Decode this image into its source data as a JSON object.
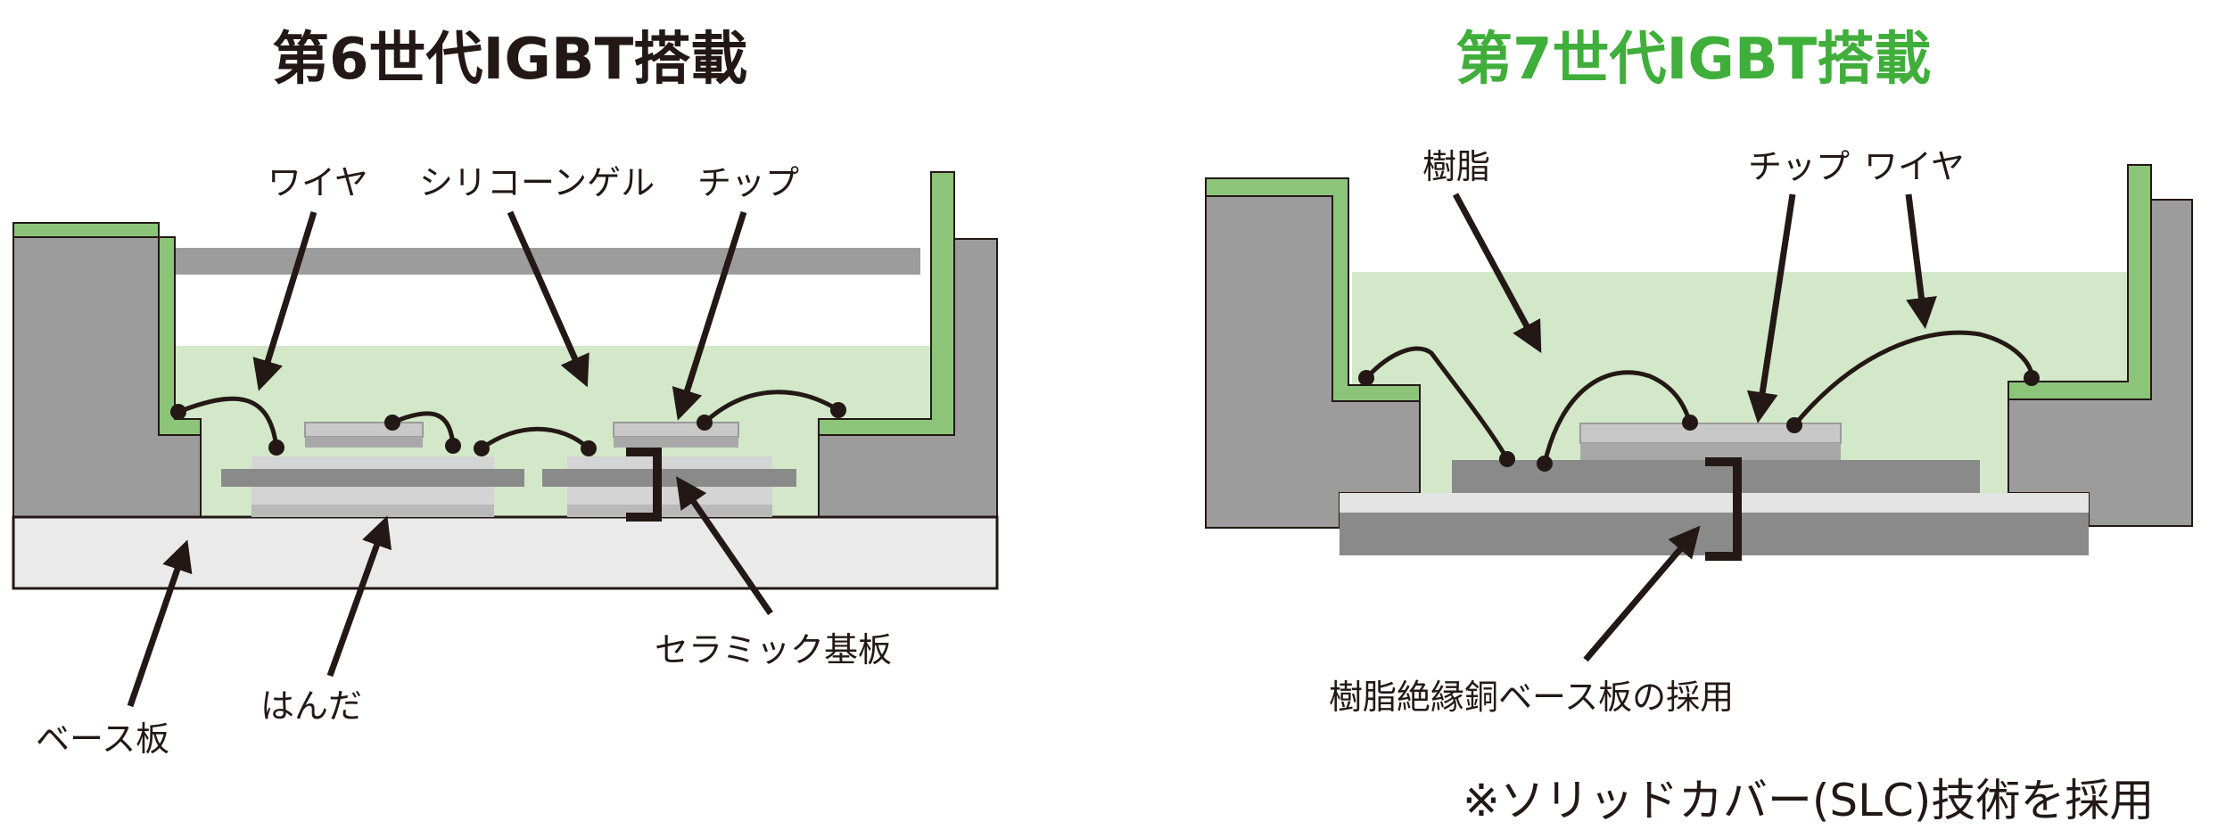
{
  "colors": {
    "left_title": "#231815",
    "right_title": "#3fae3a",
    "gel_fill": "#d2e8c8",
    "green_case": "#8cc57a",
    "dark_gray": "#9c9c9c",
    "mid_gray": "#8a8a8a",
    "light_gray": "#eaeaea",
    "ink": "#231815"
  },
  "left": {
    "title": "第6世代IGBT搭載",
    "labels": {
      "wire": "ワイヤ",
      "silicone_gel": "シリコーンゲル",
      "chip": "チップ",
      "ceramic_substrate": "セラミック基板",
      "base_plate": "ベース板",
      "solder": "はんだ"
    }
  },
  "right": {
    "title": "第7世代IGBT搭載",
    "labels": {
      "resin": "樹脂",
      "chip": "チップ",
      "wire": "ワイヤ",
      "resin_insulated_copper_base": "樹脂絶縁銅ベース板の採用"
    },
    "note": "※ソリッドカバー(SLC)技術を採用"
  }
}
